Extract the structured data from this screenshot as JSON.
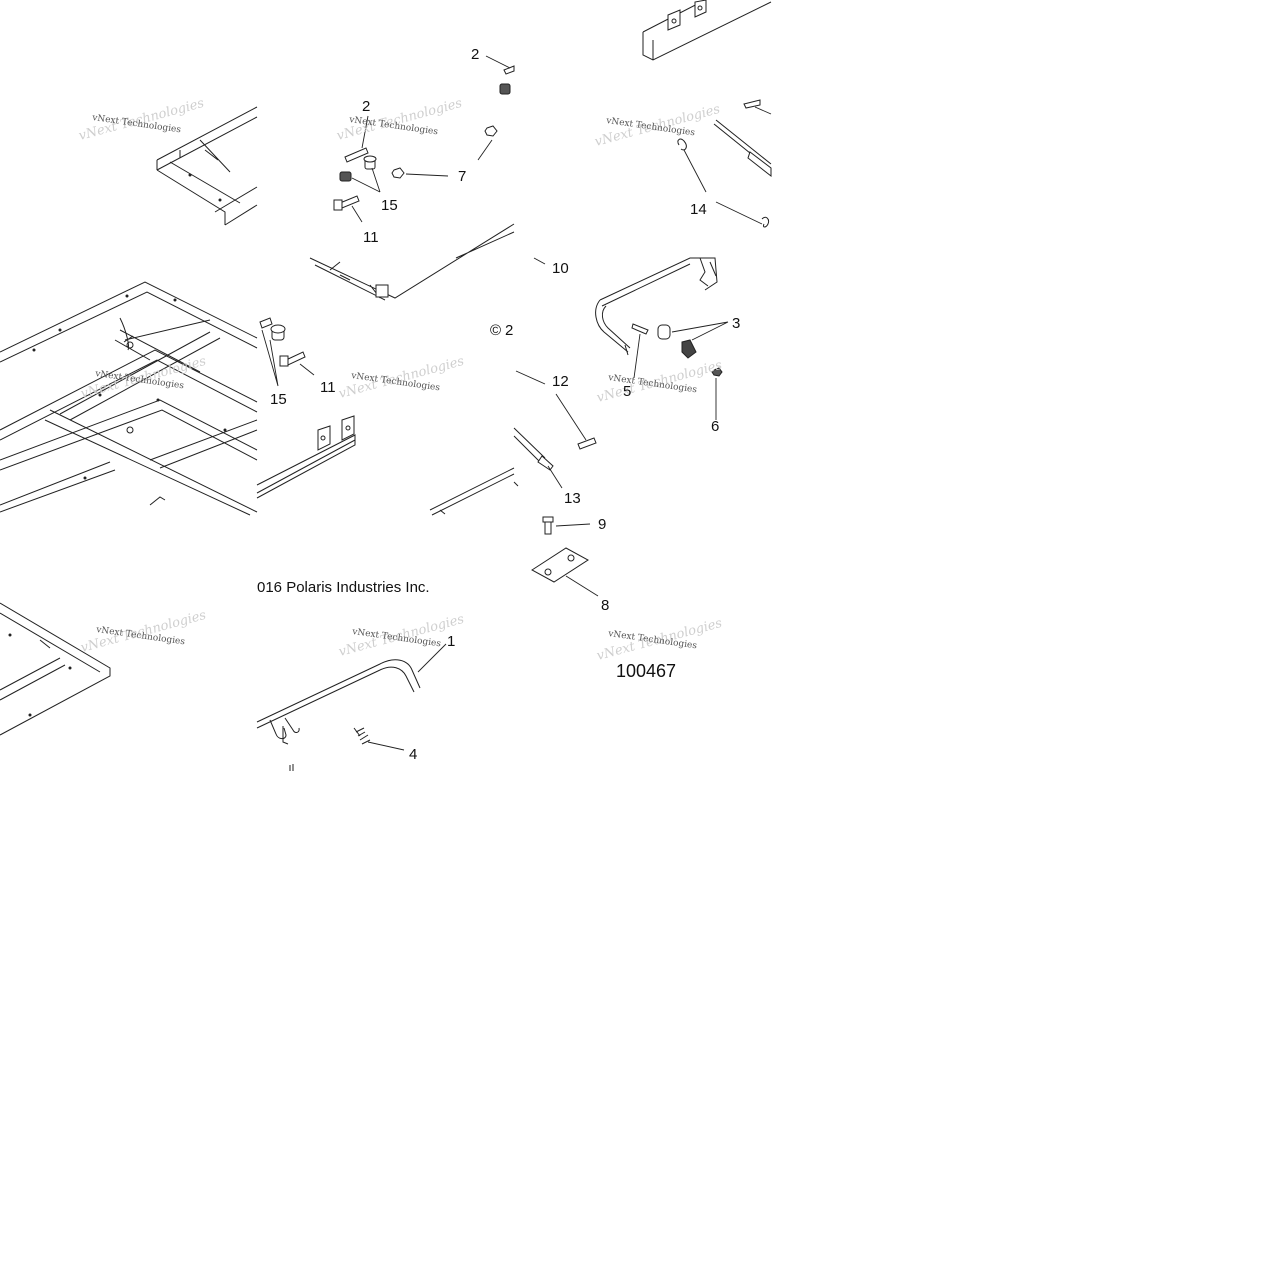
{
  "diagram": {
    "figure_number": "100467",
    "copyright_symbol": "©",
    "copyright_fragment": "2",
    "copyright_text": "016 Polaris Industries Inc.",
    "watermark": "vNext Technologies",
    "callouts": {
      "c1": "1",
      "c2a": "2",
      "c2b": "2",
      "c3": "3",
      "c4": "4",
      "c5": "5",
      "c6": "6",
      "c7": "7",
      "c8": "8",
      "c9": "9",
      "c10": "10",
      "c11a": "11",
      "c11b": "11",
      "c12": "12",
      "c13": "13",
      "c14": "14",
      "c15a": "15",
      "c15b": "15"
    }
  }
}
